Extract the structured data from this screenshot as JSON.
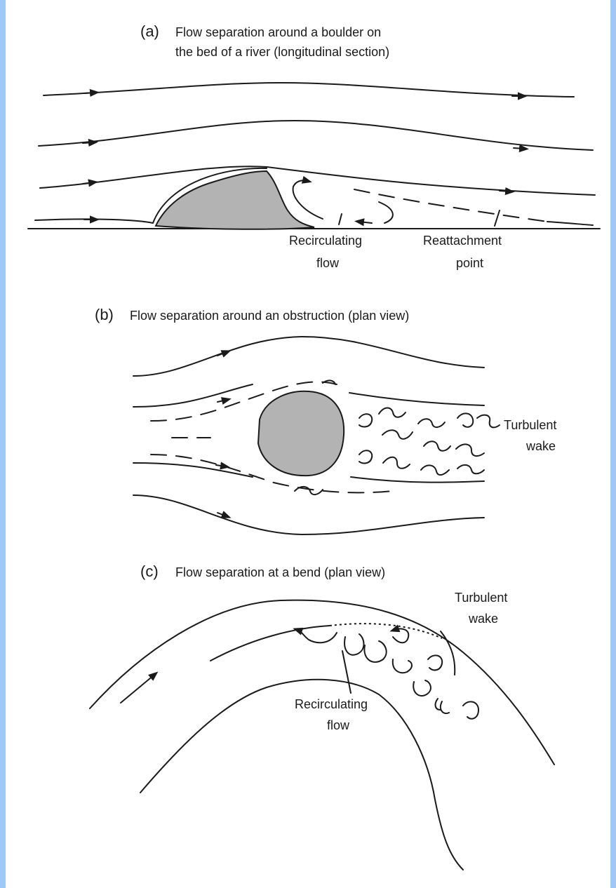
{
  "panel_a": {
    "letter": "(a)",
    "caption_line1": "Flow separation around a boulder on",
    "caption_line2": "the bed of a river (longitudinal section)",
    "label_recirc_1": "Recirculating",
    "label_recirc_2": "flow",
    "label_reattach_1": "Reattachment",
    "label_reattach_2": "point"
  },
  "panel_b": {
    "letter": "(b)",
    "caption": "Flow separation around an obstruction (plan view)",
    "label_wake_1": "Turbulent",
    "label_wake_2": "wake"
  },
  "panel_c": {
    "letter": "(c)",
    "caption": "Flow separation at a bend (plan view)",
    "label_wake_1": "Turbulent",
    "label_wake_2": "wake",
    "label_recirc_1": "Recirculating",
    "label_recirc_2": "flow"
  },
  "colors": {
    "background_border": "#9cc9f5",
    "obstacle_fill": "#b3b3b3",
    "line": "#1a1a1a"
  }
}
